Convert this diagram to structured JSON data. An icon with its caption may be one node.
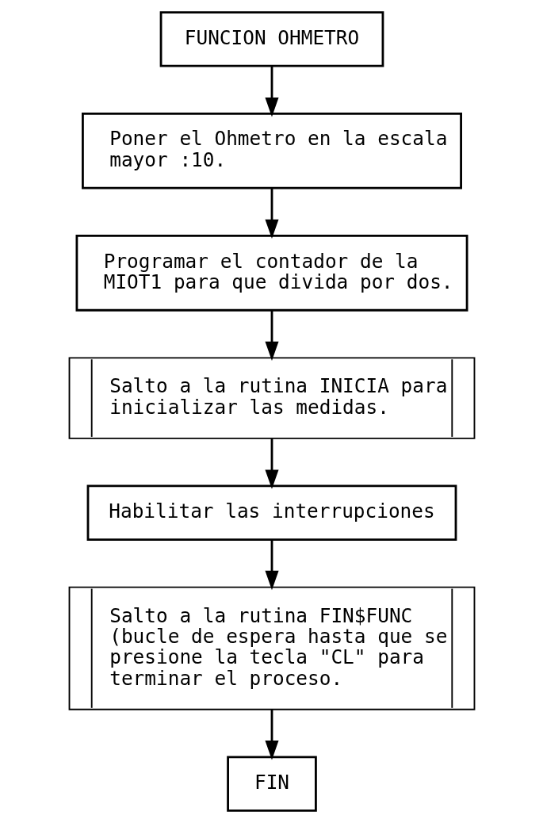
{
  "diagram": {
    "nodes": [
      {
        "text": [
          "FUNCION OHMETRO"
        ]
      },
      {
        "text": [
          "Poner el Ohmetro en la escala mayor :10."
        ]
      },
      {
        "text": [
          "Programar el contador de la MIOT1 para que divida por dos."
        ]
      },
      {
        "text": [
          "Salto a la rutina INICIA para inicializar las medidas."
        ]
      },
      {
        "text": [
          "Habilitar las interrupciones"
        ]
      },
      {
        "text": [
          "Salto a la rutina FIN$FUNC (bucle de espera hasta que se presione la tecla \"CL\" para terminar el proceso."
        ]
      },
      {
        "text": [
          "FIN"
        ]
      }
    ],
    "edges": [
      {
        "from": 0,
        "to": 1,
        "arrow": "to"
      },
      {
        "from": 1,
        "to": 2,
        "arrow": "to"
      },
      {
        "from": 2,
        "to": 3,
        "arrow": "to"
      },
      {
        "from": 3,
        "to": 4,
        "arrow": "to"
      },
      {
        "from": 4,
        "to": 5,
        "arrow": "to"
      },
      {
        "from": 5,
        "to": 6,
        "arrow": "to"
      }
    ]
  }
}
